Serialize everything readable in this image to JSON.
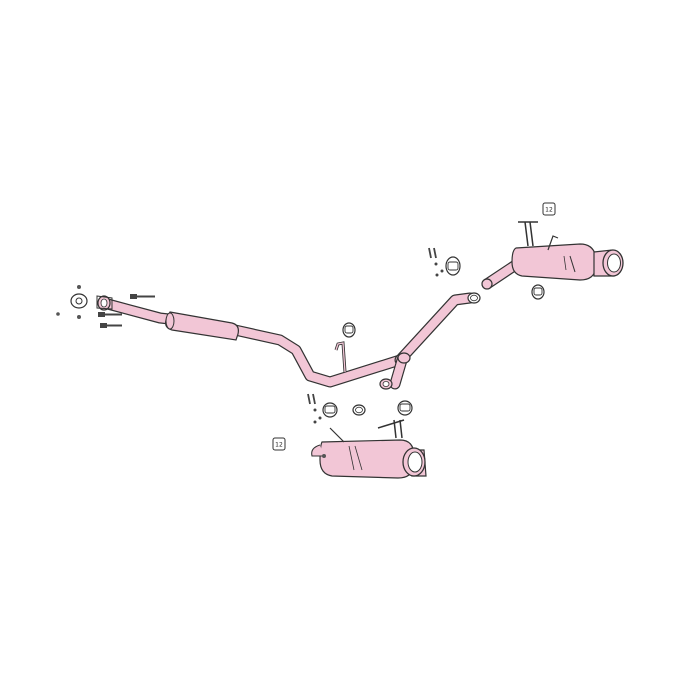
{
  "diagram": {
    "colors": {
      "pipe_fill": "#f2c6d6",
      "outline": "#333333",
      "hardware": "#666666",
      "tag_fill": "#ffffff"
    },
    "part_tags": [
      {
        "id": "tag-rear-hanger-right",
        "label": "12"
      },
      {
        "id": "tag-rear-hanger-left",
        "label": "12"
      }
    ],
    "components": [
      "flange-gasket",
      "front-pipe",
      "center-resonator",
      "y-pipe",
      "right-muffler",
      "left-muffler",
      "tail-tip-right",
      "tail-tip-left",
      "clamp-rings",
      "rubber-hangers",
      "bolts-and-nuts"
    ]
  }
}
